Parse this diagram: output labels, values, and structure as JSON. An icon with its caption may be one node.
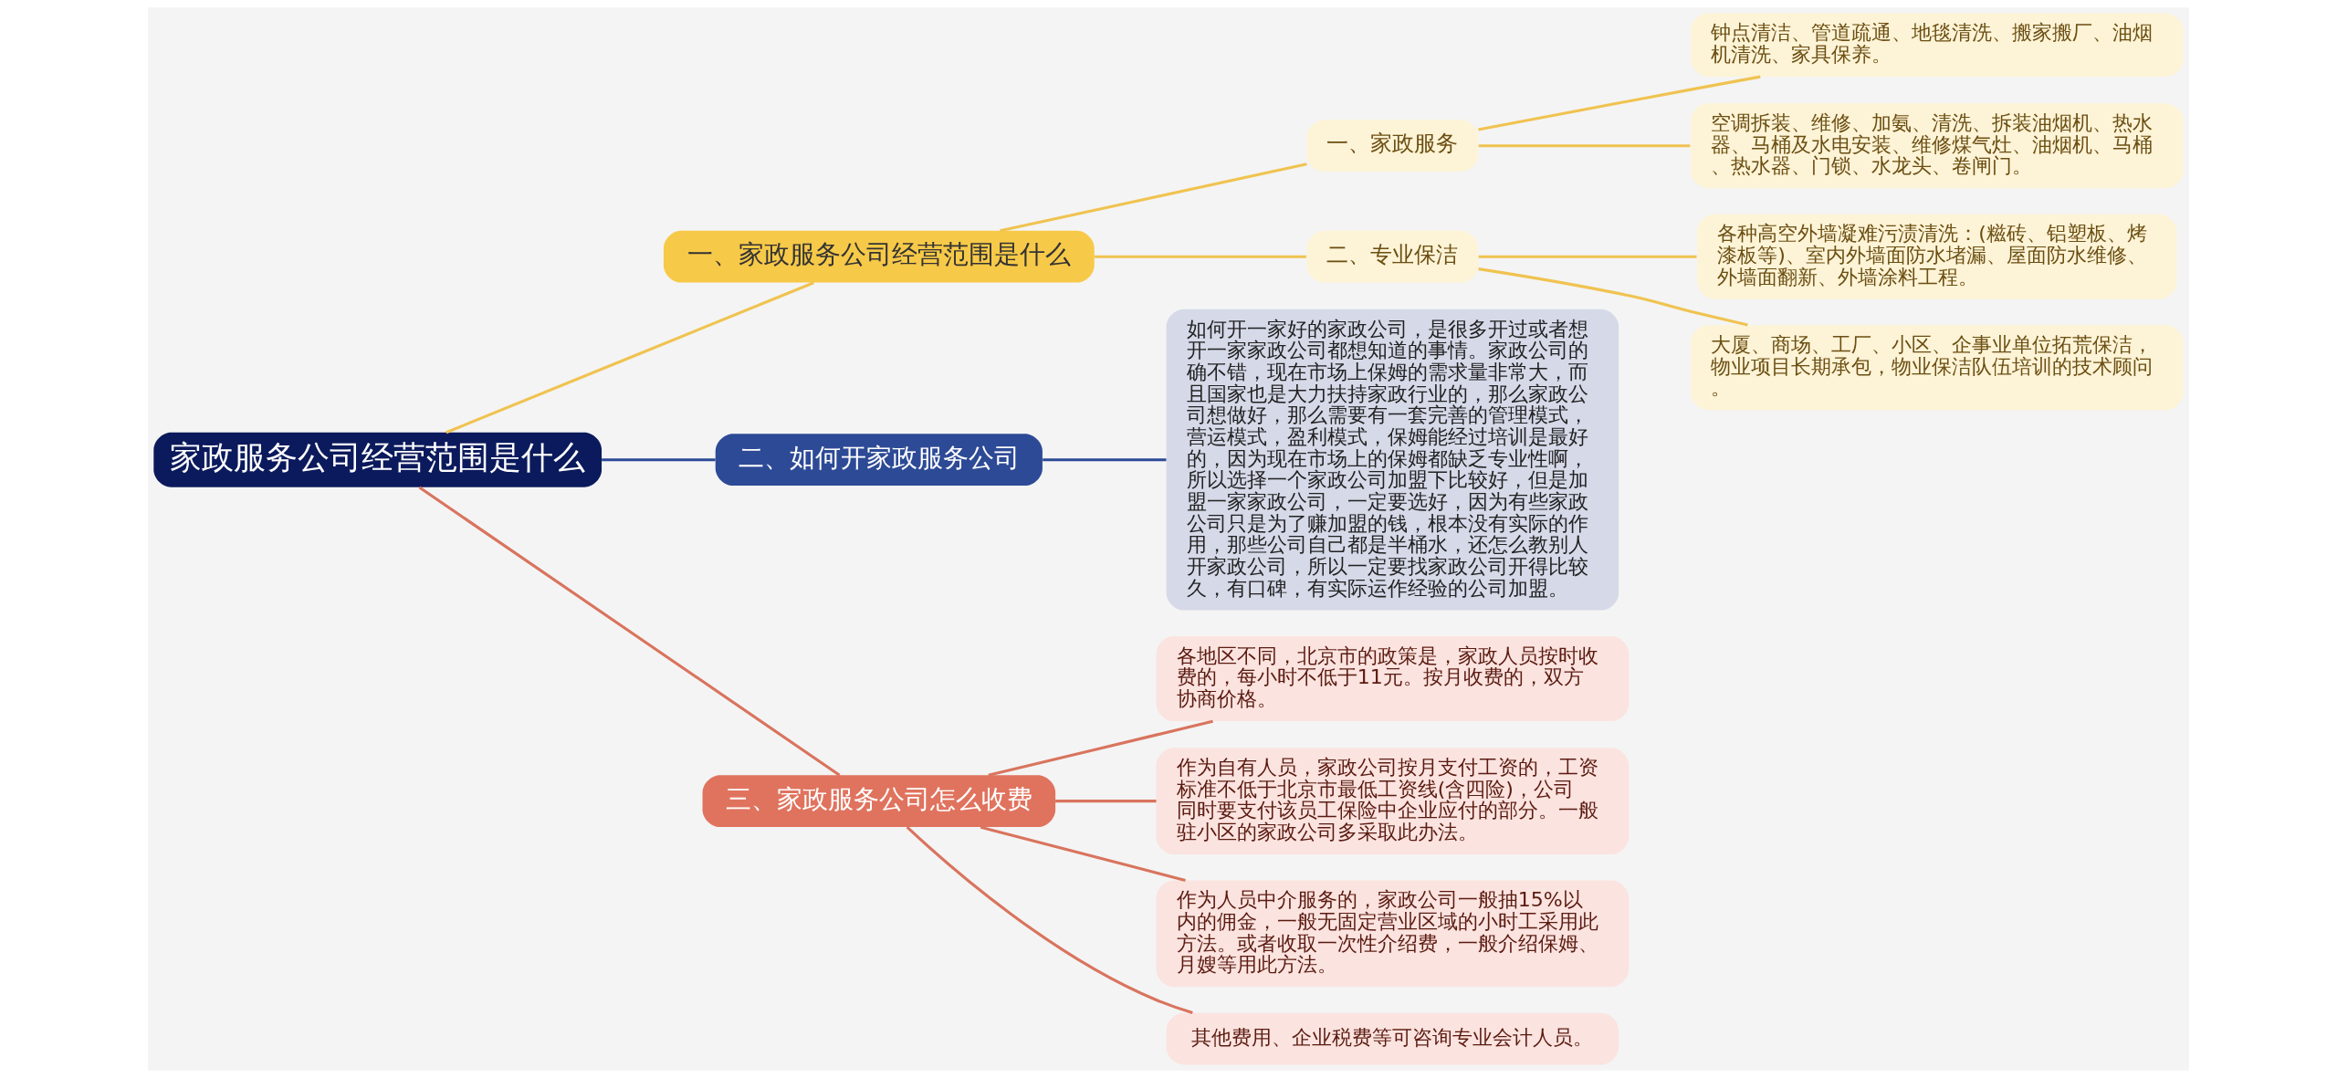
{
  "diagram": {
    "nodes": [
      {
        "text": [
          "家政服务公司经营范围是什么"
        ]
      },
      {
        "text": [
          "一、家政服务公司经营范围是什么"
        ]
      },
      {
        "text": [
          "一、家政服务"
        ]
      },
      {
        "text": [
          "钟点清洁、管道疏通、地毯清洗、搬家搬厂、油烟机清洗、家具保养。"
        ]
      },
      {
        "text": [
          "空调拆装、维修、加氨、清洗、拆装油烟机、热水器、马桶及水电安装、维修煤气灶、油烟机、马桶、热水器、门锁、水龙头、卷闸门。"
        ]
      },
      {
        "text": [
          "二、专业保洁"
        ]
      },
      {
        "text": [
          "各种高空外墙凝难污渍清洗：(糍砖、铝塑板、烤漆板等)、室内外墙面防水堵漏、屋面防水维修、外墙面翻新、外墙涂料工程。"
        ]
      },
      {
        "text": [
          "大厦、商场、工厂、小区、企事业单位拓荒保洁，物业项目长期承包，物业保洁队伍培训的技术顾问。"
        ]
      },
      {
        "text": [
          "二、如何开家政服务公司"
        ]
      },
      {
        "text": [
          "如何开一家好的家政公司，是很多开过或者想开一家家政公司都想知道的事情。家政公司的确不错，现在市场上保姆的需求量非常大，而且国家也是大力扶持家政行业的，那么家政公司想做好，那么需要有一套完善的管理模式，营运模式，盈利模式，保姆能经过培训是最好的，因为现在市场上的保姆都缺乏专业性啊，所以选择一个家政公司加盟下比较好，但是加盟一家家政公司，一定要选好，因为有些家政公司只是为了赚加盟的钱，根本没有实际的作用，那些公司自己都是半桶水，还怎么教别人开家政公司，所以一定要找家政公司开得比较久，有口碑，有实际运作经验的公司加盟。"
        ]
      },
      {
        "text": [
          "三、家政服务公司怎么收费"
        ]
      },
      {
        "text": [
          "各地区不同，北京市的政策是，家政人员按时收费的，每小时不低于11元。按月收费的，双方协商价格。"
        ]
      },
      {
        "text": [
          "作为自有人员，家政公司按月支付工资的，工资标准不低于北京市最低工资线(含四险)，公司同时要支付该员工保险中企业应付的部分。一般驻小区的家政公司多采取此办法。"
        ]
      },
      {
        "text": [
          "作为人员中介服务的，家政公司一般抽15%以内的佣金，一般无固定营业区域的小时工采用此方法。或者收取一次性介绍费，一般介绍保姆、月嫂等用此方法。"
        ]
      },
      {
        "text": [
          "其他费用、企业税费等可咨询专业会计人员。"
        ]
      }
    ],
    "edges": [
      {
        "from": 0,
        "to": 1,
        "arrow": "none"
      },
      {
        "from": 1,
        "to": 2,
        "arrow": "none"
      },
      {
        "from": 2,
        "to": 3,
        "arrow": "none"
      },
      {
        "from": 2,
        "to": 4,
        "arrow": "none"
      },
      {
        "from": 1,
        "to": 5,
        "arrow": "none"
      },
      {
        "from": 5,
        "to": 6,
        "arrow": "none"
      },
      {
        "from": 5,
        "to": 7,
        "arrow": "none"
      },
      {
        "from": 0,
        "to": 8,
        "arrow": "none",
        "color": "#2d4a96"
      },
      {
        "from": 8,
        "to": 9,
        "arrow": "none",
        "color": "#2d4a96"
      },
      {
        "from": 0,
        "to": 10,
        "arrow": "none",
        "color": "#d9745e"
      },
      {
        "from": 10,
        "to": 11,
        "arrow": "none",
        "color": "#d9745e"
      },
      {
        "from": 10,
        "to": 12,
        "arrow": "none",
        "color": "#d9745e"
      },
      {
        "from": 10,
        "to": 13,
        "arrow": "none",
        "color": "#d9745e"
      },
      {
        "from": 10,
        "to": 14,
        "arrow": "none",
        "color": "#d9745e"
      }
    ]
  }
}
